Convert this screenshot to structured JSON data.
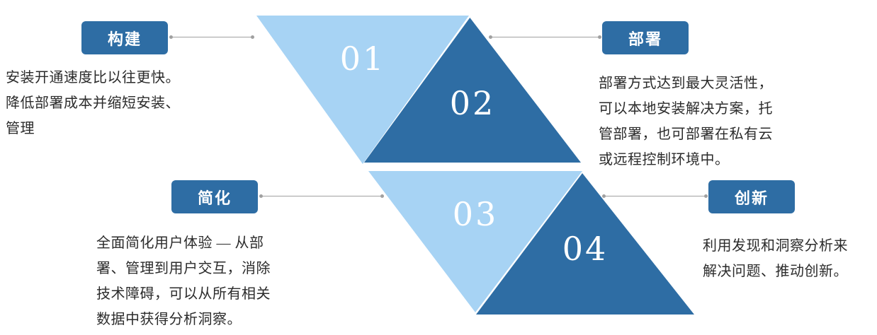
{
  "diagram": {
    "steps": [
      {
        "key": "build",
        "number": "01",
        "label": "构建",
        "description": "安装开通速度比以往更快。降低部署成本并缩短安装、管理"
      },
      {
        "key": "deploy",
        "number": "02",
        "label": "部署",
        "description": "部署方式达到最大灵活性，可以本地安装解决方案，托管部署，也可部署在私有云或远程控制环境中。"
      },
      {
        "key": "simplify",
        "number": "03",
        "label": "简化",
        "description": "全面简化用户体验 — 从部署、管理到用户交互，消除技术障碍，可以从所有相关数据中获得分析洞察。"
      },
      {
        "key": "innovate",
        "number": "04",
        "label": "创新",
        "description": "利用发现和洞察分析来解决问题、推动创新。"
      }
    ],
    "colors": {
      "light_triangle": "#A7D3F4",
      "dark_triangle": "#2E6DA4",
      "label_box": "#2E6DA4",
      "connector_line": "#A0A0A0",
      "number_text": "#FFFFFF",
      "body_text": "#2B2B2B"
    }
  }
}
